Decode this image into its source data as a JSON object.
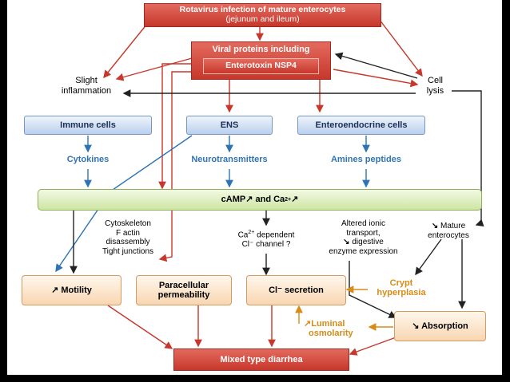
{
  "top": {
    "line1": "Rotavirus infection of mature enterocytes",
    "line2": "(jejunum and ileum)"
  },
  "viral": {
    "title": "Viral proteins including",
    "toxin": "Enterotoxin NSP4"
  },
  "slight": {
    "line1": "Slight",
    "line2": "inflammation"
  },
  "cell_lysis": {
    "line1": "Cell",
    "line2": "lysis"
  },
  "targets": {
    "immune": "Immune cells",
    "ens": "ENS",
    "entero": "Enteroendocrine cells"
  },
  "mediators": {
    "cytokines": "Cytokines",
    "neuro": "Neurotransmitters",
    "amines": "Amines peptides"
  },
  "camp": {
    "prefix": "cAMP",
    "and": " and Ca",
    "sup": "2+",
    "arrow": "↗"
  },
  "cytoskeleton": {
    "l1": "Cytoskeleton",
    "l2": "F actin",
    "l3": "disassembly",
    "l4": "Tight junctions"
  },
  "ca_channel": {
    "l1": "Ca",
    "sup": "2+",
    "l1b": " dependent",
    "l2": "Cl⁻ channel ?"
  },
  "altered": {
    "l1": "Altered ionic",
    "l2": "transport,",
    "l3": "digestive",
    "l4": "enzyme expression",
    "arrow": "↘"
  },
  "mature": {
    "arrow": "↘",
    "l1": " Mature",
    "l2": "enterocytes"
  },
  "motility": {
    "arrow": "↗",
    "label": " Motility"
  },
  "paracellular": {
    "l1": "Paracellular",
    "l2": "permeability"
  },
  "cl_secretion": "Cl⁻ secretion",
  "crypt": {
    "l1": "Crypt",
    "l2": "hyperplasia"
  },
  "luminal": {
    "arrow": "↗",
    "l1": "Luminal",
    "l2": "osmolarity"
  },
  "absorption": {
    "arrow": "↘",
    "label": " Absorption"
  },
  "diarrhea": "Mixed type diarrhea",
  "colors": {
    "red": "#c7372b",
    "blue": "#2e74b5",
    "black": "#222222",
    "gold": "#d88b16"
  }
}
